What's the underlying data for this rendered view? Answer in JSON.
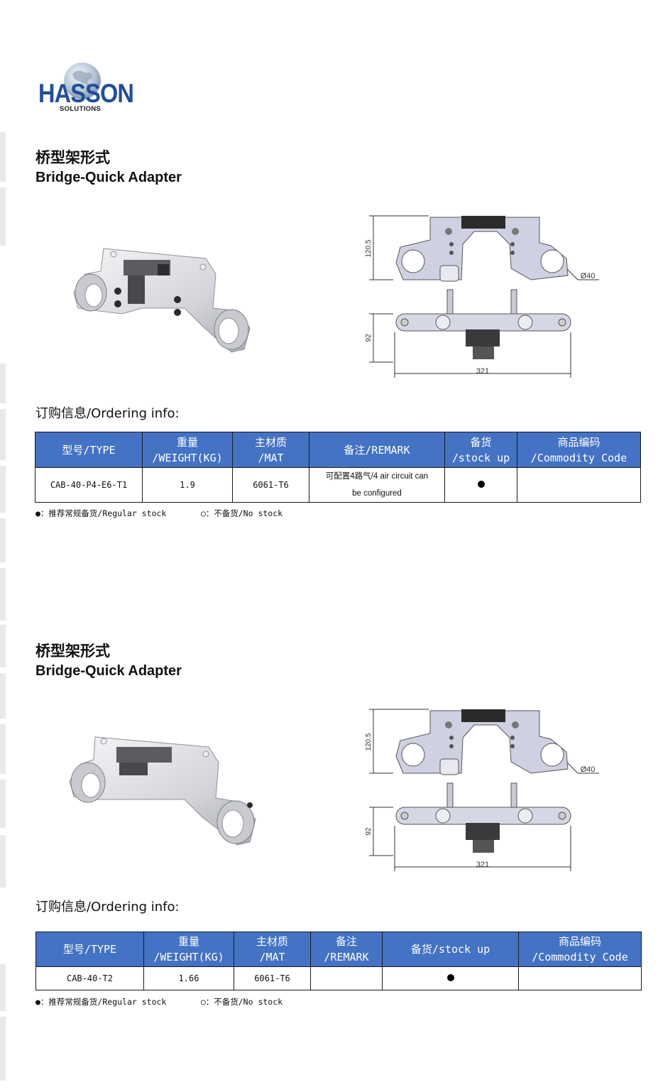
{
  "brand": {
    "name": "HASSON",
    "tagline": "SOLUTIONS"
  },
  "products": [
    {
      "title_cn": "桥型架形式",
      "title_en": "Bridge-Quick Adapter",
      "dim_height_top": "120.5",
      "dim_height_bottom": "92",
      "dim_width": "321",
      "dim_dia": "Ø40",
      "ordering_label": "订购信息/Ordering info:",
      "headers": [
        [
          "型号/TYPE"
        ],
        [
          "重量",
          "/WEIGHT(KG)"
        ],
        [
          "主材质",
          "/MAT"
        ],
        [
          "备注/REMARK"
        ],
        [
          "备货",
          "/stock up"
        ],
        [
          "商品编码",
          "/Commodity Code"
        ]
      ],
      "row": {
        "type": "CAB-40-P4-E6-T1",
        "weight": "1.9",
        "material": "6061-T6",
        "remark_1": "可配置4路气/4 air circuit can",
        "remark_2": "be configured",
        "commodity_code": ""
      },
      "legend_regular": "●：推荐常规备货/Regular stock",
      "legend_no": "○：不备货/No stock"
    },
    {
      "title_cn": "桥型架形式",
      "title_en": "Bridge-Quick Adapter",
      "dim_height_top": "120.5",
      "dim_height_bottom": "92",
      "dim_width": "321",
      "dim_dia": "Ø40",
      "ordering_label": "订购信息/Ordering info:",
      "headers": [
        [
          "型号/TYPE"
        ],
        [
          "重量",
          "/WEIGHT(KG)"
        ],
        [
          "主材质",
          "/MAT"
        ],
        [
          "备注",
          "/REMARK"
        ],
        [
          "备货/stock up"
        ],
        [
          "商品编码",
          "/Commodity Code"
        ]
      ],
      "row": {
        "type": "CAB-40-T2",
        "weight": "1.66",
        "material": "6061-T6",
        "remark_1": "",
        "remark_2": "",
        "commodity_code": ""
      },
      "legend_regular": "●：推荐常规备货/Regular stock",
      "legend_no": "○：不备货/No stock"
    }
  ],
  "colors": {
    "header_blue": "#4472c4",
    "logo_blue": "#1f4f9c"
  },
  "icons": [
    "globe-icon",
    "stock-dot-icon"
  ]
}
